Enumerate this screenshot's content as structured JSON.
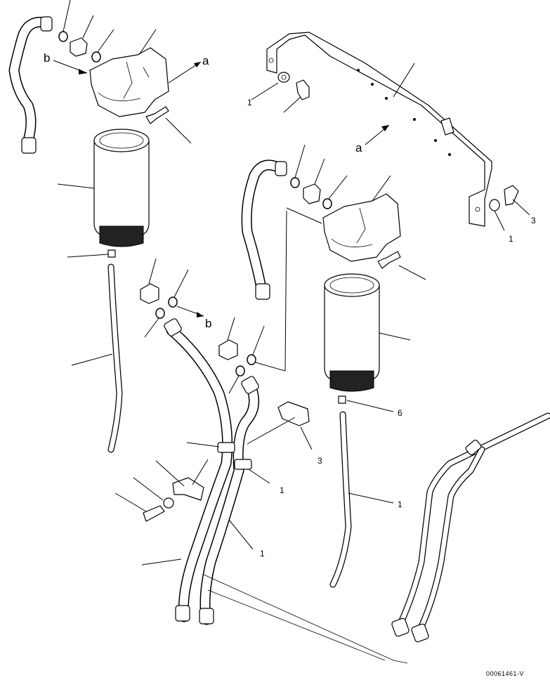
{
  "callouts": {
    "arrow_a_top": "a",
    "arrow_a_bracket": "a",
    "arrow_b_top": "b",
    "arrow_b_bottom": "b"
  },
  "item_numbers": {
    "washer_right": "1",
    "bolt_right": "3",
    "clamp_bolt_mid": "3",
    "clamp_mid": "1",
    "hose_front": "1",
    "sensor_right": "6",
    "hose_right_bottom": "1",
    "washer_bracket": "1"
  },
  "drawing_number": "00061461-V"
}
